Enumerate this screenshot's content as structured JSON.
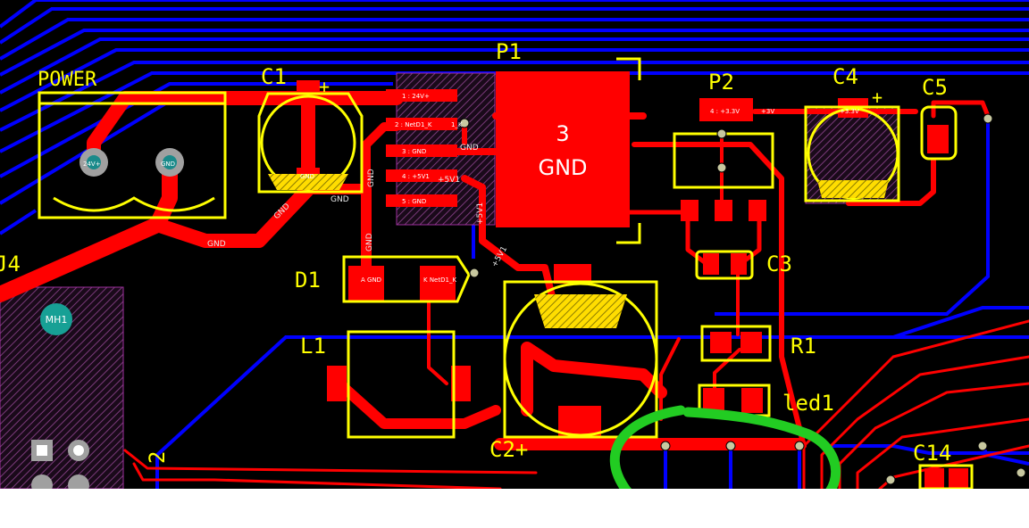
{
  "colors": {
    "board": "#000000",
    "top_copper": "#ff0000",
    "bottom_copper": "#0000ff",
    "silkscreen": "#ffff00",
    "pad_outline": "#9e2f9e",
    "via": "#c8c8a0",
    "annotation": "#22cc22",
    "mounting_hole": "#17a095"
  },
  "components": {
    "power": {
      "designator": "POWER",
      "pins": [
        "24V+",
        "GND"
      ]
    },
    "c1": {
      "designator": "C1",
      "polarity": "+",
      "pin": "GND"
    },
    "p1": {
      "designator": "P1",
      "pad_number": "3",
      "pad_net": "GND",
      "pins": [
        "1 : 24V+",
        "2 : NetD1_K",
        "3 : GND",
        "4 : +5V1",
        "5 : GND"
      ],
      "pin_tag": "1_K"
    },
    "p2": {
      "designator": "P2",
      "pin": "4 : +3.3V",
      "pin_tag": "+3V"
    },
    "c4": {
      "designator": "C4",
      "polarity": "+",
      "pin_tag": "+3.3V"
    },
    "c5": {
      "designator": "C5"
    },
    "c3": {
      "designator": "C3"
    },
    "d1": {
      "designator": "D1",
      "pad_a": "A\nGND",
      "pad_k": "K\nNetD1_K"
    },
    "l1": {
      "designator": "L1"
    },
    "c2": {
      "designator": "C2+"
    },
    "r1": {
      "designator": "R1"
    },
    "led1": {
      "designator": "led1"
    },
    "c14": {
      "designator": "C14"
    },
    "j4": {
      "designator": "J4",
      "hole": "MH1"
    },
    "partial": {
      "designator": "2"
    }
  },
  "net_labels": {
    "gnd_a": "GND",
    "gnd_b": "GND",
    "gnd_c": "GND",
    "gnd_d": "GND",
    "gnd_e": "GND",
    "gnd_f": "GND",
    "v5_a": "+5V1",
    "v5_b": "+5V1",
    "v5_c": "+5V1"
  }
}
